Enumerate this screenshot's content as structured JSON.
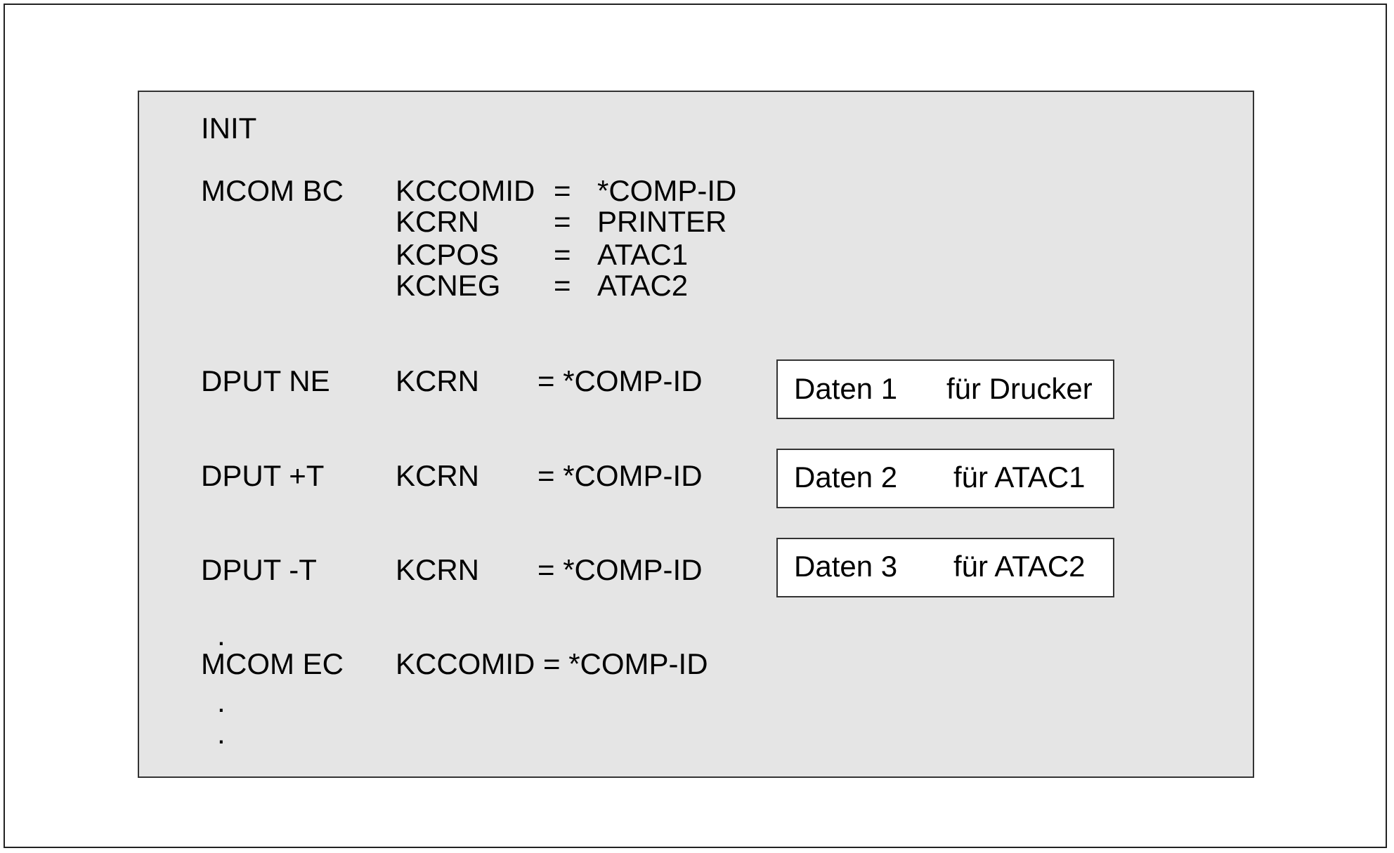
{
  "init": "INIT",
  "mcom_bc": {
    "command": "MCOM BC",
    "params": [
      {
        "name": "KCCOMID",
        "eq": "=",
        "value": "*COMP-ID"
      },
      {
        "name": "KCRN",
        "eq": "=",
        "value": "PRINTER"
      },
      {
        "name": "KCPOS",
        "eq": "=",
        "value": "ATAC1"
      },
      {
        "name": "KCNEG",
        "eq": "=",
        "value": "ATAC2"
      }
    ]
  },
  "dputs": [
    {
      "command": "DPUT NE",
      "param": "KCRN",
      "value": "= *COMP-ID",
      "data": "Daten 1",
      "target": "für Drucker"
    },
    {
      "command": "DPUT +T",
      "param": "KCRN",
      "value": "= *COMP-ID",
      "data": "Daten 2",
      "target": "für ATAC1"
    },
    {
      "command": "DPUT -T",
      "param": "KCRN",
      "value": "= *COMP-ID",
      "data": "Daten 3",
      "target": "für ATAC2"
    }
  ],
  "ellipsis_dot": ".",
  "mcom_ec": {
    "command": "MCOM EC",
    "param": "KCCOMID = *COMP-ID"
  }
}
